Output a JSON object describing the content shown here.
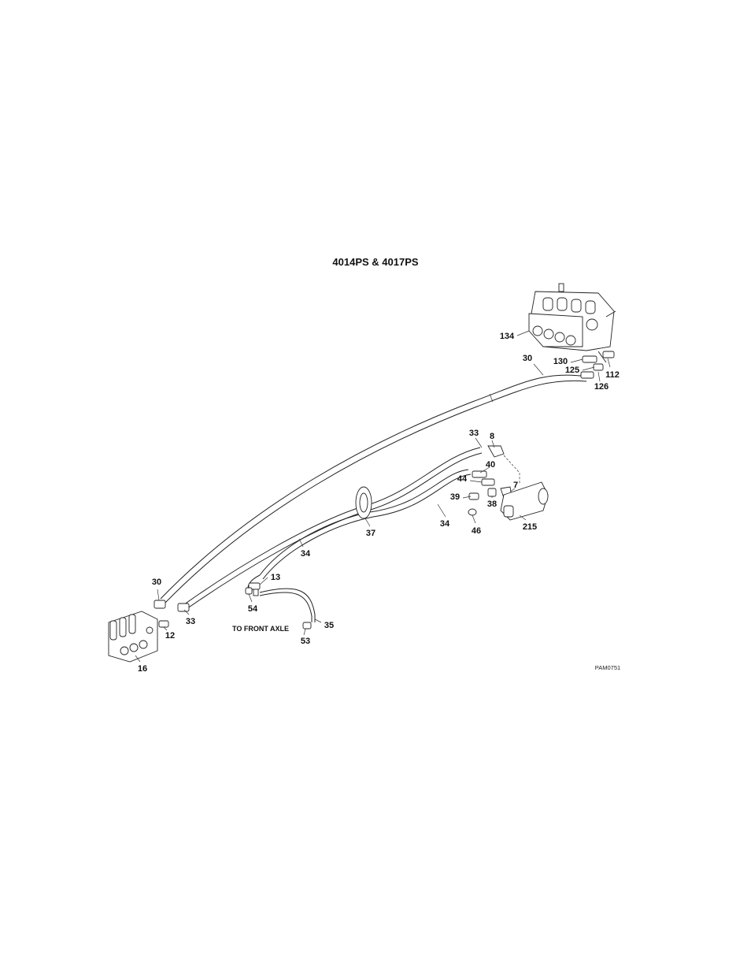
{
  "diagram": {
    "title": "4014PS & 4017PS",
    "note": "TO FRONT AXLE",
    "figure_id": "PAM0751",
    "callouts": [
      "134",
      "130",
      "125",
      "112",
      "126",
      "30",
      "33",
      "8",
      "40",
      "44",
      "7",
      "39",
      "38",
      "46",
      "215",
      "37",
      "34",
      "34",
      "30",
      "13",
      "54",
      "33",
      "12",
      "35",
      "53",
      "16"
    ]
  }
}
